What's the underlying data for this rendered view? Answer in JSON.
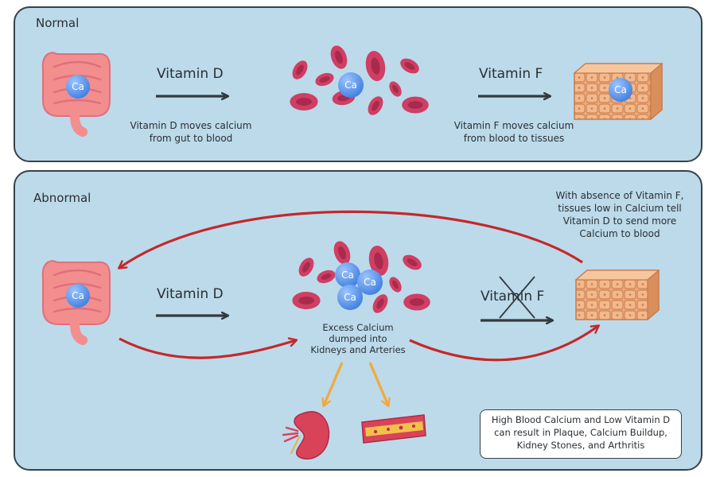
{
  "normal": {
    "title": "Normal",
    "vitamin_d_label": "Vitamin D",
    "vitamin_d_caption_line1": "Vitamin D moves calcium",
    "vitamin_d_caption_line2": "from gut to blood",
    "vitamin_f_label": "Vitamin F",
    "vitamin_f_caption_line1": "Vitamin F moves calcium",
    "vitamin_f_caption_line2": "from blood to tissues",
    "calcium_label": "Ca"
  },
  "abnormal": {
    "title": "Abnormal",
    "vitamin_d_label": "Vitamin D",
    "vitamin_f_label": "Vitamin F",
    "feedback_line1": "With absence of Vitamin F,",
    "feedback_line2": "tissues low in Calcium tell",
    "feedback_line3": "Vitamin D to send more",
    "feedback_line4": "Calcium to blood",
    "excess_line1": "Excess Calcium",
    "excess_line2": "dumped into",
    "excess_line3": "Kidneys and Arteries",
    "result_line1": "High Blood Calcium and Low Vitamin D",
    "result_line2": "can result in Plaque, Calcium Buildup,",
    "result_line3": "Kidney Stones, and Arthritis",
    "calcium_label": "Ca"
  },
  "colors": {
    "panel_fill": "#bcdaea",
    "panel_border": "#38424a",
    "red_arrow": "#c4282b",
    "orange_arrow": "#f2a93b",
    "dark_arrow": "#33393e",
    "calcium": "#5b93e6",
    "blood_cell": "#cf3f63",
    "intestine": "#f28e8e",
    "tissue": "#eba877"
  },
  "icons": {
    "intestine": "intestine-icon",
    "blood_cells": "red-blood-cells-icon",
    "tissue": "tissue-cells-icon",
    "calcium": "calcium-ion-icon",
    "kidney": "kidney-icon",
    "artery": "artery-plaque-icon",
    "crossed_out": "cross-out-icon"
  }
}
